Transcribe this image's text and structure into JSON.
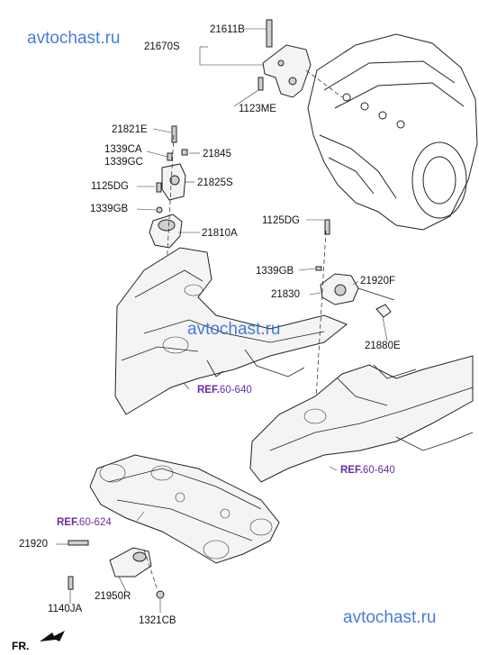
{
  "watermarks": [
    "avtochast.ru",
    "avtochast.ru",
    "avtochast.ru"
  ],
  "colors": {
    "watermark": "#2a64d6",
    "ref": "#6a2ca0",
    "lines": "#222222"
  },
  "labels": {
    "p21611B": "21611B",
    "p21670S": "21670S",
    "p1123ME": "1123ME",
    "p21821E": "21821E",
    "p1339CA": "1339CA",
    "p1339GC": "1339GC",
    "p21845": "21845",
    "p1125DG_a": "1125DG",
    "p21825S": "21825S",
    "p1339GB_a": "1339GB",
    "p21810A": "21810A",
    "p1125DG_b": "1125DG",
    "p1339GB_b": "1339GB",
    "p21920F": "21920F",
    "p21830": "21830",
    "p21880E": "21880E",
    "p21920": "21920",
    "p1140JA": "1140JA",
    "p21950R": "21950R",
    "p1321CB": "1321CB"
  },
  "refs": [
    {
      "prefix": "REF.",
      "number": "60-640"
    },
    {
      "prefix": "REF.",
      "number": "60-640"
    },
    {
      "prefix": "REF.",
      "number": "60-624"
    }
  ],
  "direction": {
    "label": "FR."
  }
}
